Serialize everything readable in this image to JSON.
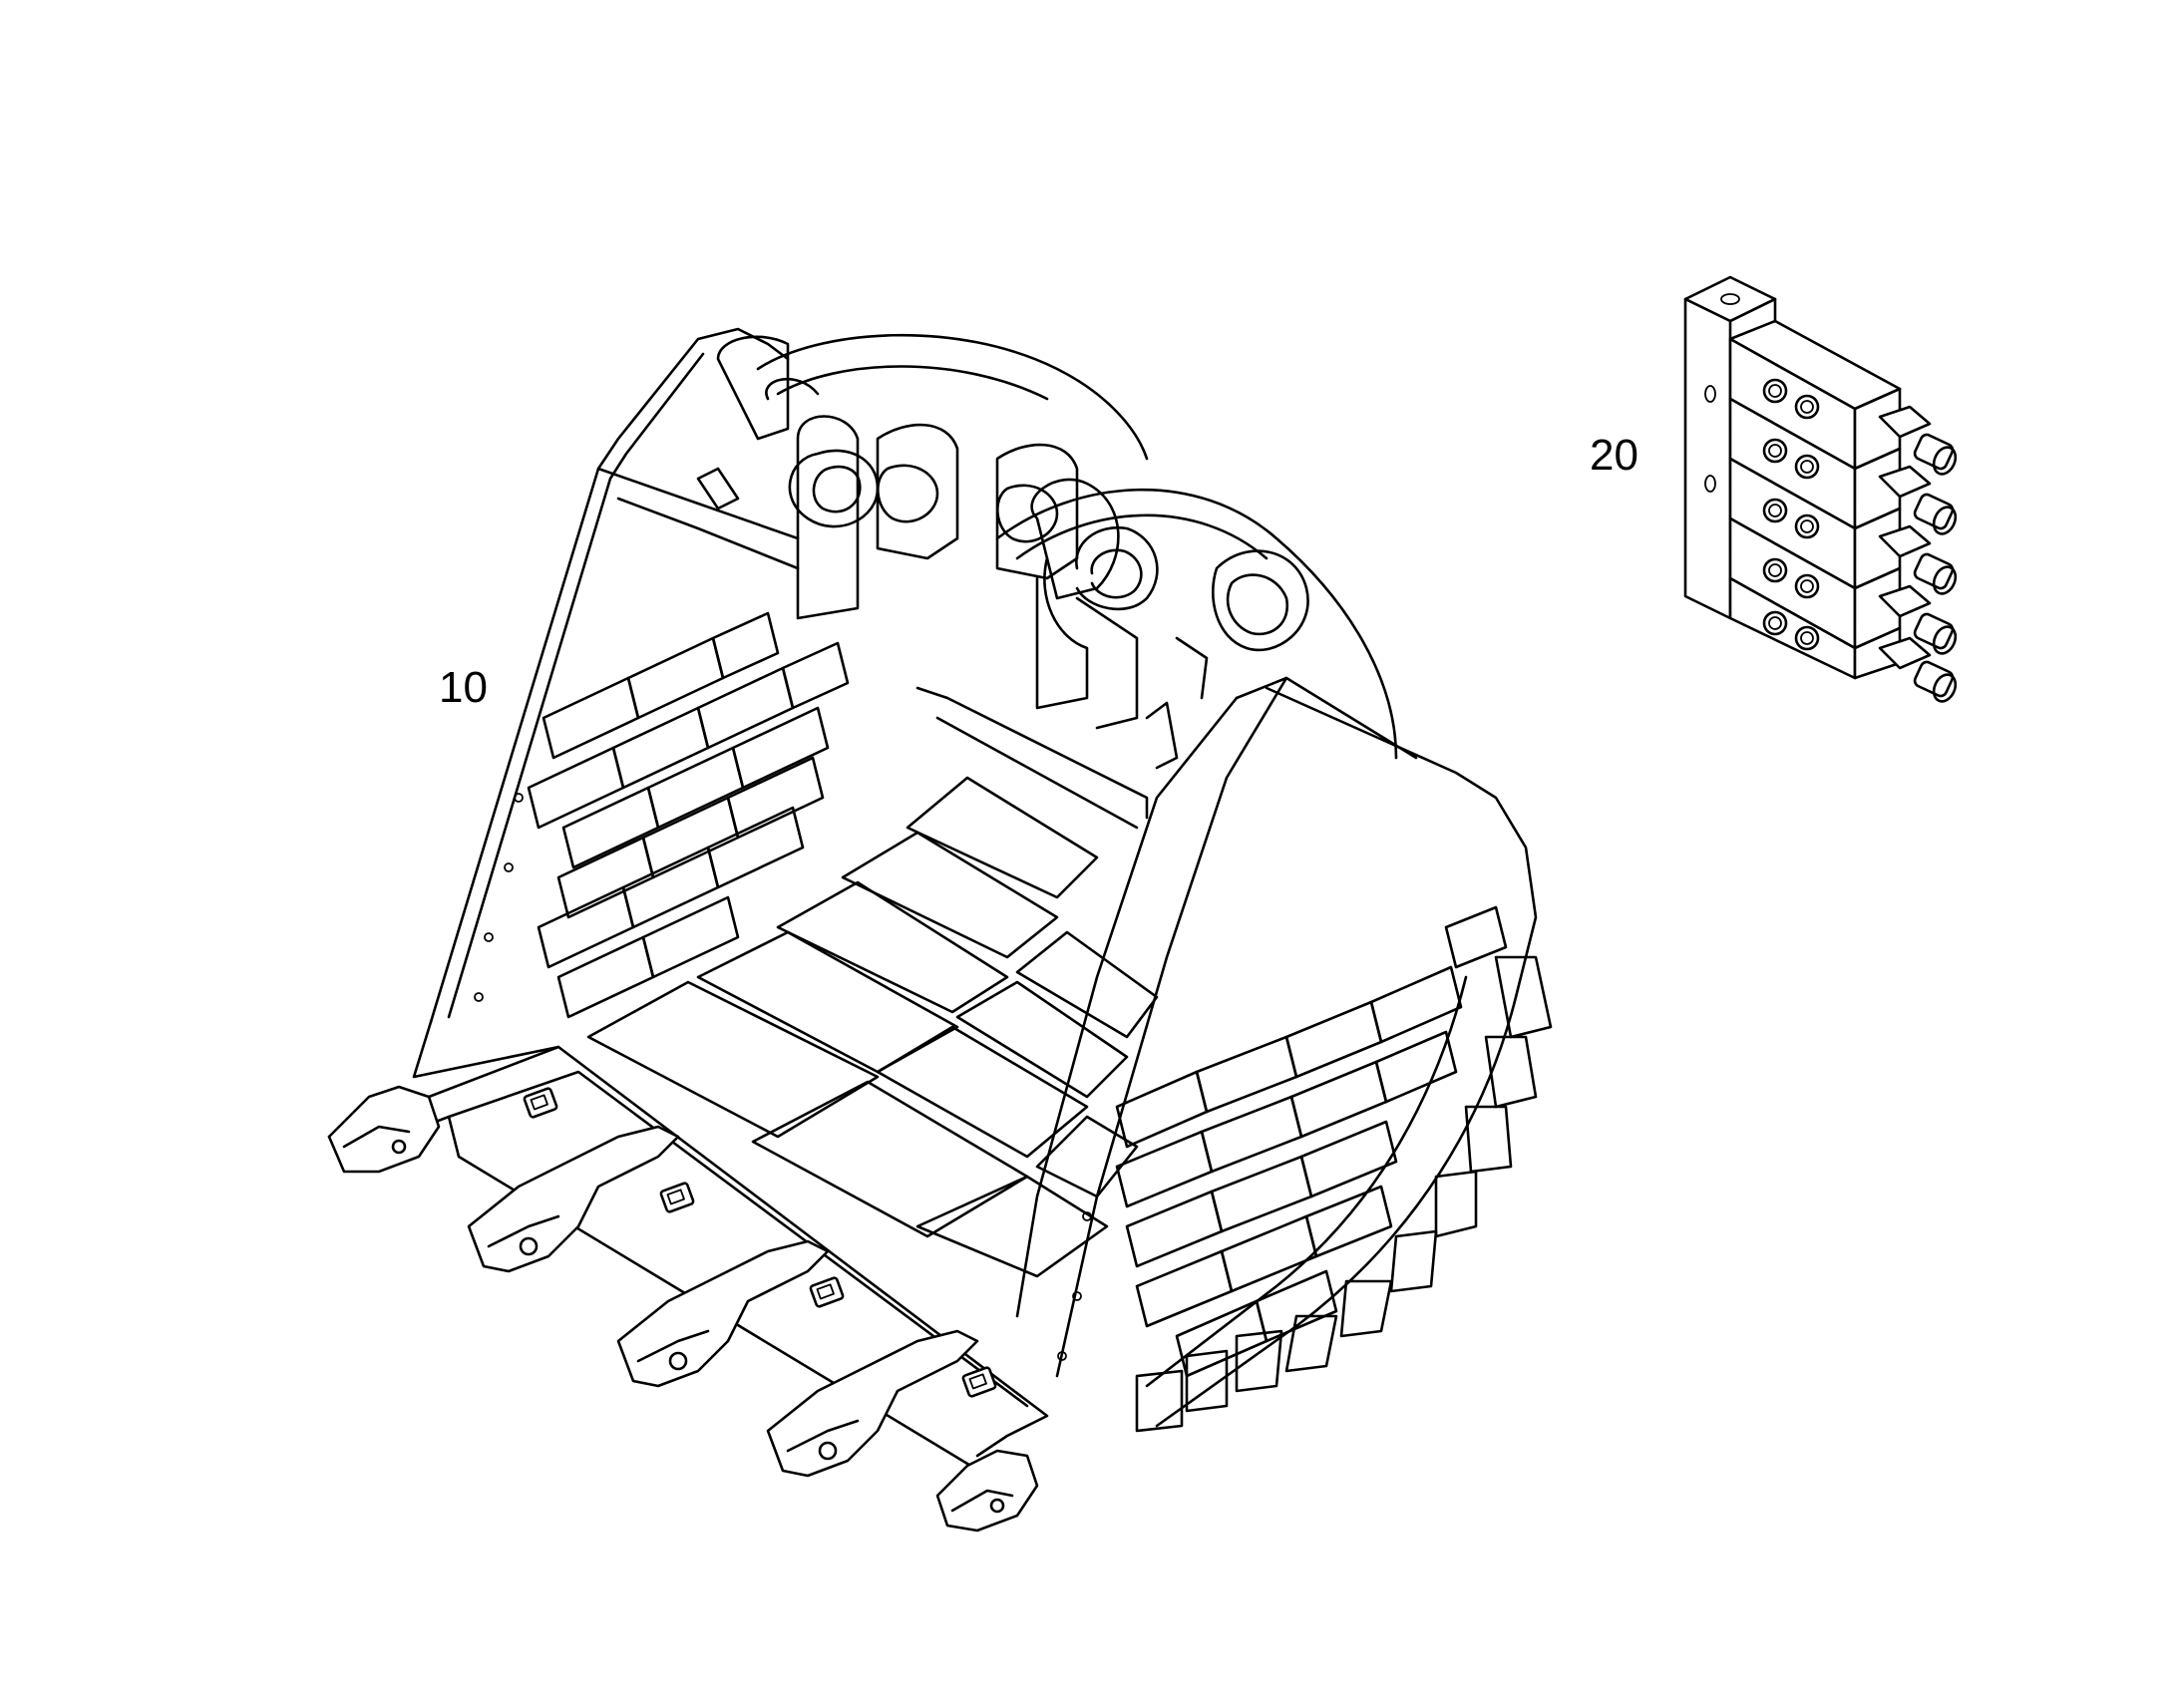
{
  "callouts": [
    {
      "id": "10",
      "label": "10"
    },
    {
      "id": "20",
      "label": "20"
    }
  ],
  "line_color": "#000000",
  "background_color": "#ffffff"
}
